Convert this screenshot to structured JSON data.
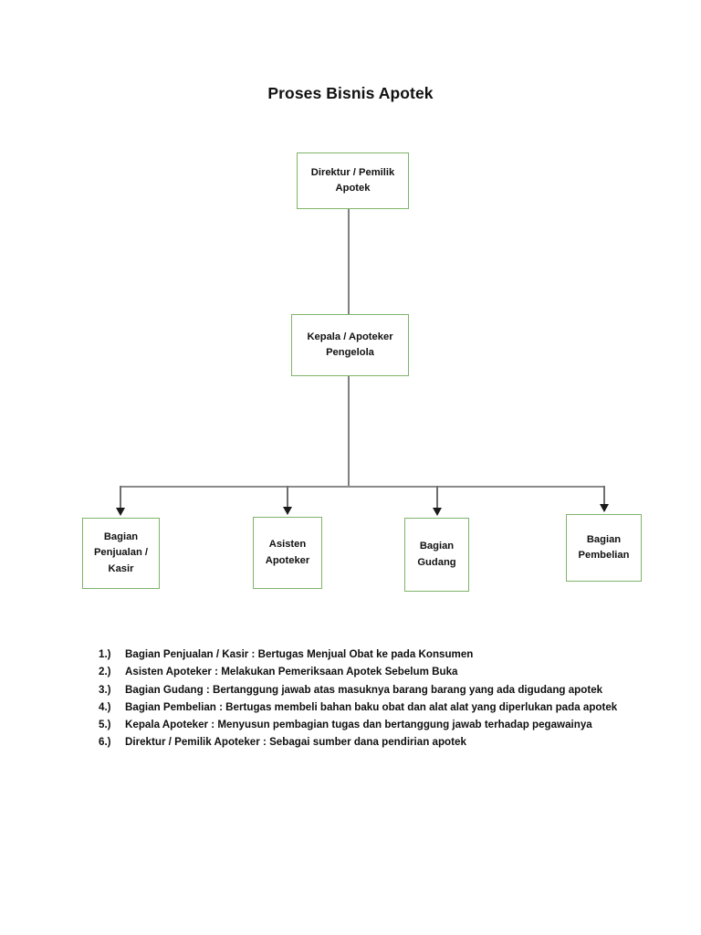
{
  "title": "Proses Bisnis Apotek",
  "org_chart": {
    "accent_color": "#7FB469",
    "connector_color": "#808080",
    "nodes": {
      "director": "Direktur / Pemilik Apotek",
      "head_pharmacist": "Kepala / Apoteker Pengelola",
      "sales": "Bagian Penjualan / Kasir",
      "assistant": "Asisten Apoteker",
      "warehouse": "Bagian Gudang",
      "purchasing": "Bagian Pembelian"
    }
  },
  "responsibilities": [
    {
      "number": "1.)",
      "text": "Bagian Penjualan / Kasir : Bertugas Menjual Obat ke pada Konsumen"
    },
    {
      "number": "2.)",
      "text": "Asisten Apoteker : Melakukan Pemeriksaan Apotek  Sebelum Buka"
    },
    {
      "number": "3.)",
      "text": "Bagian Gudang : Bertanggung jawab atas masuknya barang barang yang ada digudang apotek"
    },
    {
      "number": "4.)",
      "text": "Bagian Pembelian : Bertugas  membeli bahan baku obat dan alat alat yang diperlukan pada apotek"
    },
    {
      "number": "5.)",
      "text": "Kepala Apoteker : Menyusun pembagian tugas dan bertanggung jawab terhadap pegawainya"
    },
    {
      "number": "6.)",
      "text": "Direktur / Pemilik Apoteker : Sebagai sumber dana pendirian apotek"
    }
  ]
}
